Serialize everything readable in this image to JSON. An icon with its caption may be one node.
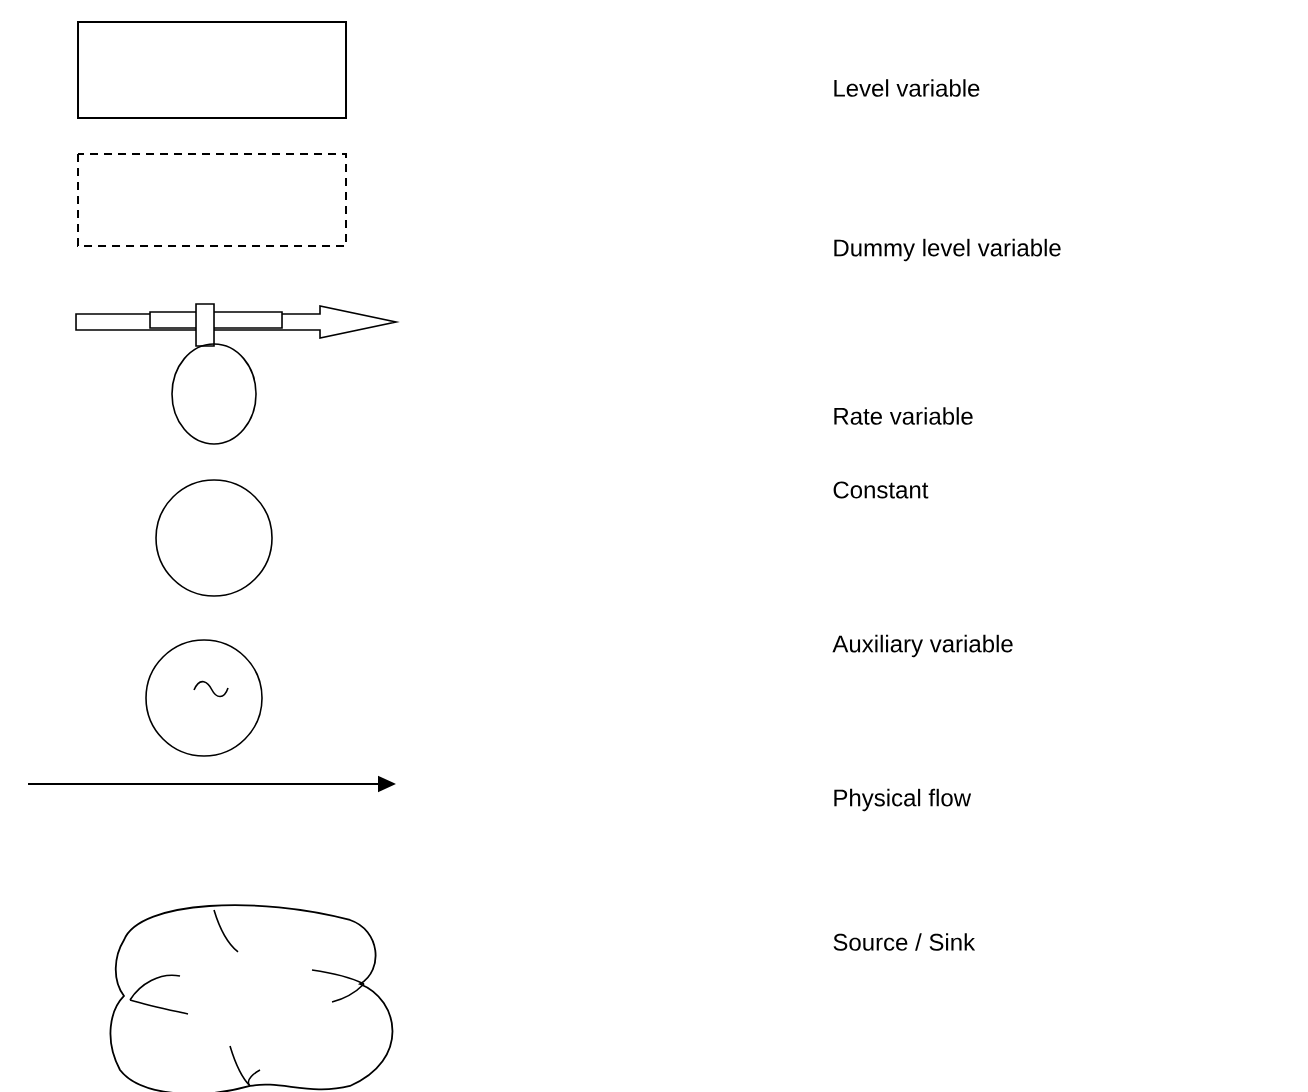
{
  "diagram": {
    "legend": [
      {
        "text": "Level variable"
      },
      {
        "text": "Dummy level variable"
      },
      {
        "text": "Rate variable"
      },
      {
        "text": "Constant"
      },
      {
        "text": "Auxiliary variable"
      },
      {
        "text": "Physical flow"
      },
      {
        "text": "Source / Sink"
      }
    ]
  }
}
